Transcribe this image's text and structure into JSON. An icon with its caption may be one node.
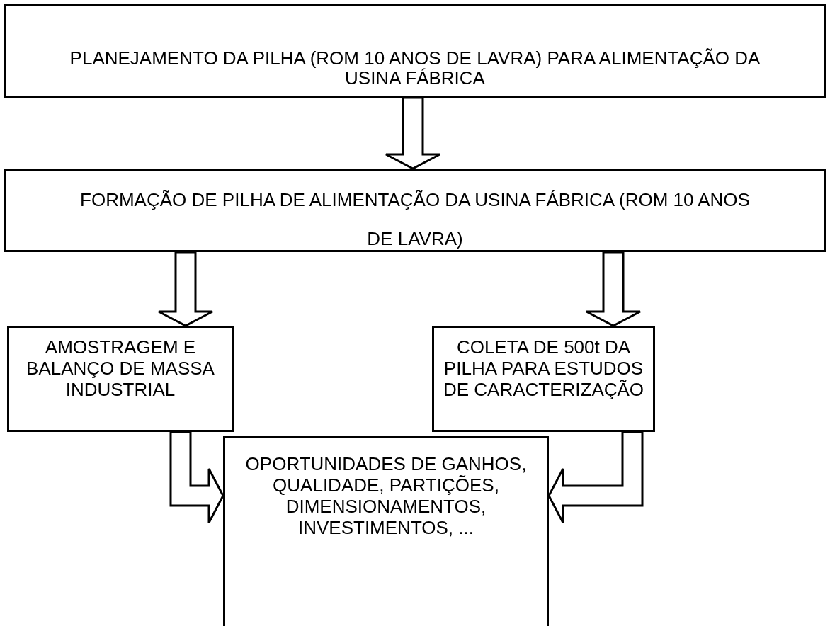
{
  "diagram": {
    "nodes": [
      {
        "text": [
          "PLANEJAMENTO DA PILHA (ROM 10 ANOS DE LAVRA) PARA ALIMENTAÇÃO DA USINA FÁBRICA"
        ]
      },
      {
        "text": [
          "FORMAÇÃO DE PILHA DE ALIMENTAÇÃO DA USINA FÁBRICA (ROM 10 ANOS DE LAVRA)"
        ]
      },
      {
        "text": [
          "AMOSTRAGEM E BALANÇO DE MASSA INDUSTRIAL"
        ]
      },
      {
        "text": [
          "COLETA DE 500t DA PILHA PARA ESTUDOS DE CARACTERIZAÇÃO"
        ]
      },
      {
        "text": [
          "OPORTUNIDADES DE GANHOS, QUALIDADE, PARTIÇÕES, DIMENSIONAMENTOS, INVESTIMENTOS, ..."
        ]
      }
    ],
    "edges": [
      {
        "from": 0,
        "to": 1,
        "arrow": "to"
      },
      {
        "from": 1,
        "to": 2,
        "arrow": "to"
      },
      {
        "from": 1,
        "to": 3,
        "arrow": "to"
      },
      {
        "from": 2,
        "to": 4,
        "arrow": "to"
      },
      {
        "from": 3,
        "to": 4,
        "arrow": "to"
      }
    ]
  }
}
